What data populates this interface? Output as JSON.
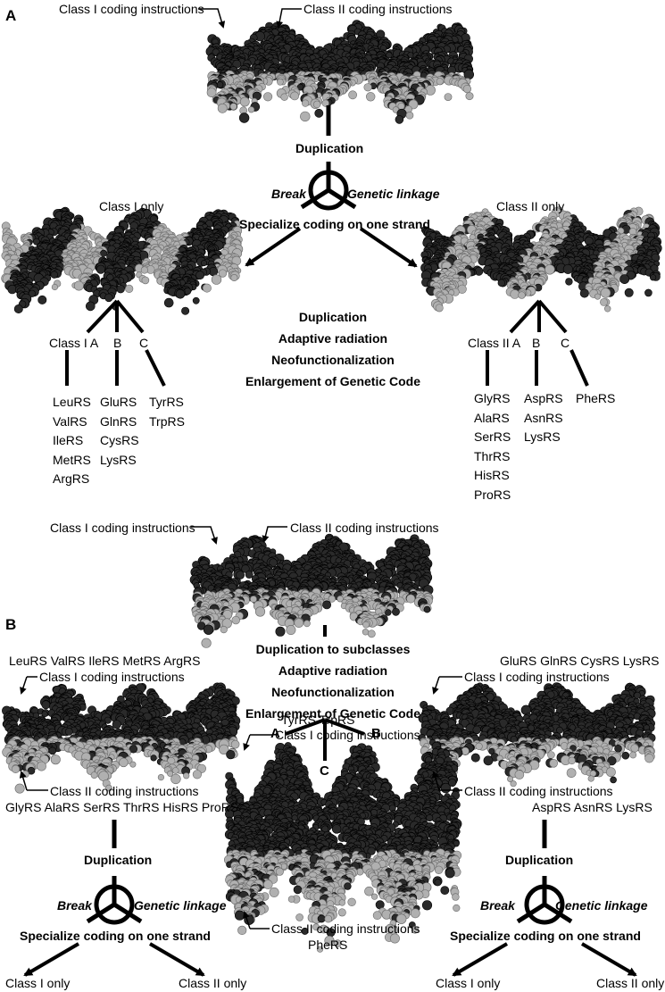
{
  "panels": {
    "a": "A",
    "b": "B"
  },
  "labels": {
    "class1_coding": "Class I coding instructions",
    "class2_coding": "Class II coding instructions",
    "duplication": "Duplication",
    "break": "Break",
    "genetic_linkage": "Genetic linkage",
    "specialize": "Specialize coding on one strand",
    "class1_only": "Class I only",
    "class2_only": "Class II only"
  },
  "panel_a": {
    "class1_subclasses": [
      "Class I A",
      "B",
      "C"
    ],
    "class2_subclasses": [
      "Class II A",
      "B",
      "C"
    ],
    "center_steps": [
      "Duplication",
      "Adaptive radiation",
      "Neofunctionalization",
      "Enlargement of Genetic Code"
    ],
    "class1_a": [
      "LeuRS",
      "ValRS",
      "IleRS",
      "MetRS",
      "ArgRS"
    ],
    "class1_b": [
      "GluRS",
      "GlnRS",
      "CysRS",
      "LysRS"
    ],
    "class1_c": [
      "TyrRS",
      "TrpRS"
    ],
    "class2_a": [
      "GlyRS",
      "AlaRS",
      "SerRS",
      "ThrRS",
      "HisRS",
      "ProRS"
    ],
    "class2_b": [
      "AspRS",
      "AsnRS",
      "LysRS"
    ],
    "class2_c": [
      "PheRS"
    ]
  },
  "panel_b": {
    "center_steps": [
      "Duplication to subclasses",
      "Adaptive radiation",
      "Neofunctionalization",
      "Enlargement of Genetic Code"
    ],
    "branches": [
      "A",
      "B",
      "C"
    ],
    "left_class1_list": "LeuRS ValRS IleRS MetRS ArgRS",
    "left_class2_list": "GlyRS AlaRS SerRS ThrRS HisRS ProRS",
    "right_class1_list": "GluRS GlnRS CysRS LysRS",
    "right_class2_list": "AspRS AsnRS LysRS",
    "mid_class1_list": "TyrRS TrpRS",
    "mid_class2_list": "PheRS"
  }
}
